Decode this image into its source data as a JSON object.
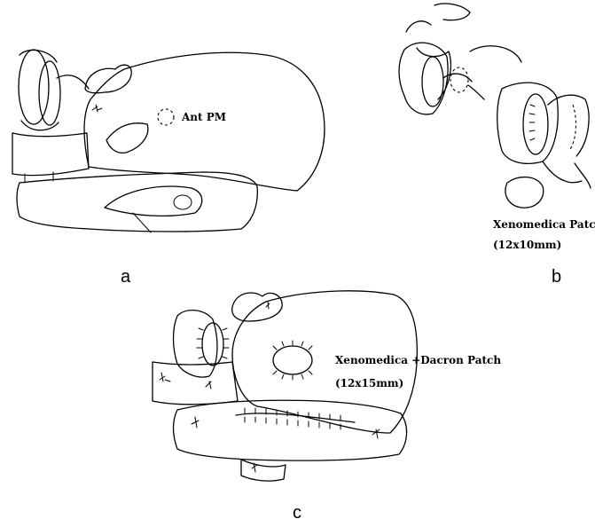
{
  "panel_a": {
    "letter": "a",
    "label_ant_pm": "Ant PM"
  },
  "panel_b": {
    "letter": "b",
    "label_patch": "Xenomedica Patch",
    "label_size": "(12x10mm)"
  },
  "panel_c": {
    "letter": "c",
    "label_patch": "Xenomedica +Dacron Patch",
    "label_size": "(12x15mm)"
  }
}
